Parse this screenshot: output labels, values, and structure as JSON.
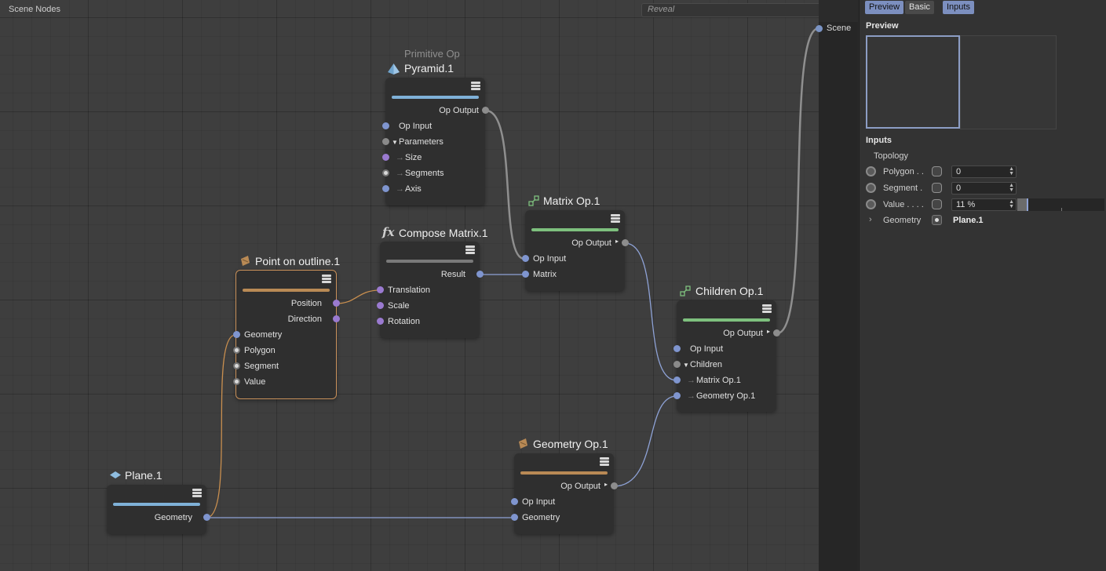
{
  "graph": {
    "title": "Scene Nodes",
    "reveal_placeholder": "Reveal",
    "clear_icon": "clear-icon",
    "scene_label": "Scene"
  },
  "nodes": {
    "pyramid": {
      "subtitle": "Primitive Op",
      "title": "Pyramid.1",
      "icon": "pyramid-icon",
      "bar_color": "#7fb1d8",
      "ports": [
        "Op Output",
        "Op Input",
        "Parameters",
        "Size",
        "Segments",
        "Axis"
      ]
    },
    "compose": {
      "title": "Compose Matrix.1",
      "icon": "fx-icon",
      "bar_color": "#7a7a7a",
      "ports": [
        "Result",
        "Translation",
        "Scale",
        "Rotation"
      ]
    },
    "matrix": {
      "title": "Matrix Op.1",
      "icon": "matrix-op-icon",
      "bar_color": "#7ec07e",
      "ports": [
        "Op Output",
        "Op Input",
        "Matrix"
      ]
    },
    "point": {
      "title": "Point on outline.1",
      "icon": "point-icon",
      "bar_color": "#b98a55",
      "ports": [
        "Position",
        "Direction",
        "Geometry",
        "Polygon",
        "Segment",
        "Value"
      ]
    },
    "children": {
      "title": "Children Op.1",
      "icon": "children-op-icon",
      "bar_color": "#7ec07e",
      "ports": [
        "Op Output",
        "Op Input",
        "Children",
        "Matrix Op.1",
        "Geometry Op.1"
      ]
    },
    "plane": {
      "title": "Plane.1",
      "icon": "plane-icon",
      "bar_color": "#7fb1d8",
      "ports": [
        "Geometry"
      ]
    },
    "geometry": {
      "title": "Geometry Op.1",
      "icon": "geometry-op-icon",
      "bar_color": "#b98a55",
      "ports": [
        "Op Output",
        "Op Input",
        "Geometry"
      ]
    }
  },
  "panel": {
    "tabs": [
      "Preview",
      "Basic",
      "Inputs"
    ],
    "active_tab": "Inputs",
    "preview_heading": "Preview",
    "inputs_heading": "Inputs",
    "topology": "Topology",
    "params": [
      {
        "label": "Polygon . .",
        "value": "0"
      },
      {
        "label": "Segment  .",
        "value": "0"
      },
      {
        "label": "Value . . . .",
        "value": "11 %",
        "fraction": 0.11
      }
    ],
    "geometry_label": "Geometry",
    "geometry_value": "Plane.1"
  },
  "colors": {
    "wire_grey": "#8f8f8f",
    "wire_blue": "#8ea2d6",
    "wire_orange": "#c98f4f",
    "selection": "#c9915a"
  }
}
